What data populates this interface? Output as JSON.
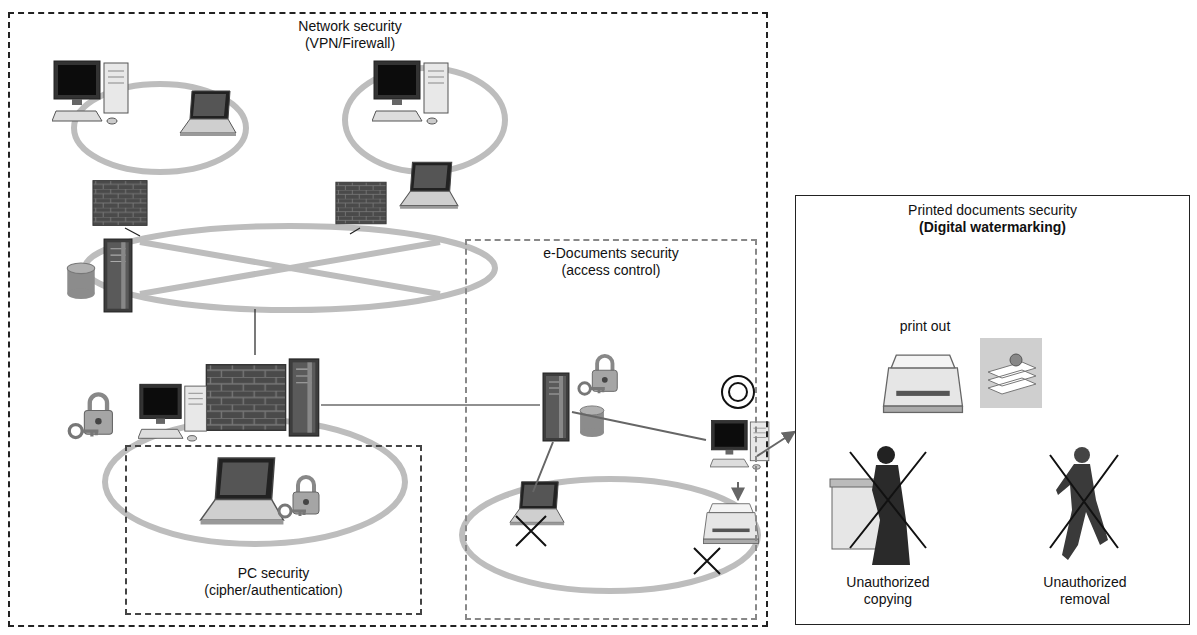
{
  "diagram": {
    "nodes": [
      {
        "text": [
          "Network security (VPN/Firewall)"
        ]
      },
      {
        "text": [
          "e-Documents security (access control)"
        ],
        "in": 0
      },
      {
        "text": [
          "PC security (cipher/authentication)"
        ],
        "in": 0
      },
      {
        "text": [
          "Printed documents security",
          "(Digital watermarking)"
        ]
      }
    ],
    "edges": [
      {
        "from": 1,
        "to": 3,
        "arrow": "to"
      }
    ],
    "labels": [
      "print out",
      "Unauthorized copying",
      "Unauthorized removal"
    ]
  }
}
